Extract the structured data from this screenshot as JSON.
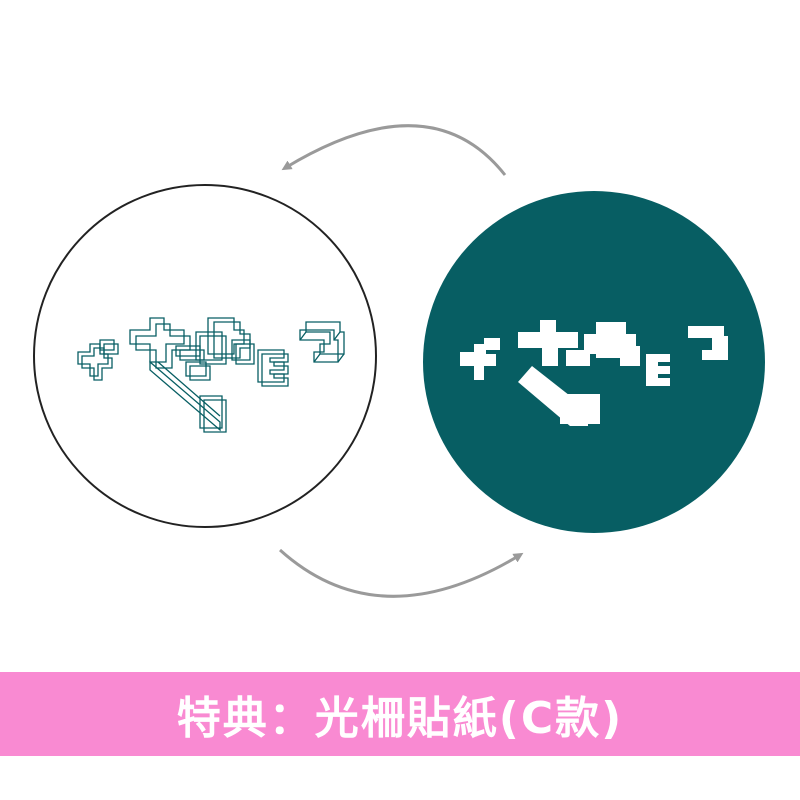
{
  "colors": {
    "teal": "#075E63",
    "banner_pink": "#F98AD2",
    "arrow_gray": "#9A9A9A",
    "outline_black": "#222222",
    "background": "#FFFFFF"
  },
  "stickers": [
    {
      "side": "front",
      "style": "teal outline lettering on white",
      "icon": "outline-logo-icon"
    },
    {
      "side": "back",
      "style": "white solid lettering on teal",
      "icon": "solid-logo-icon"
    }
  ],
  "arrows": [
    {
      "icon": "curved-arrow-left-icon",
      "direction": "right-to-left"
    },
    {
      "icon": "curved-arrow-right-icon",
      "direction": "left-to-right"
    }
  ],
  "banner": {
    "text": "特典：光柵貼紙(C款)"
  }
}
